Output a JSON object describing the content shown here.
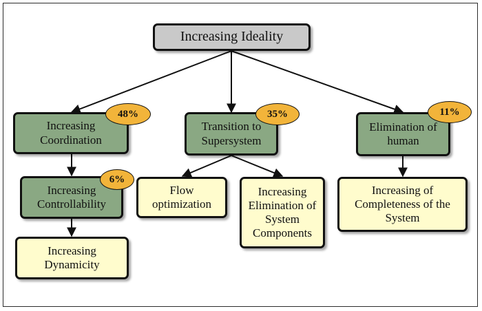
{
  "diagram": {
    "root": {
      "label": "Increasing Ideality"
    },
    "branches": [
      {
        "label": "Increasing Coordination",
        "percent": "48%",
        "child": {
          "label": "Increasing Controllability",
          "percent": "6%",
          "child": {
            "label": "Increasing Dynamicity"
          }
        }
      },
      {
        "label": "Transition to Supersystem",
        "percent": "35%",
        "children": [
          {
            "label": "Flow optimization"
          },
          {
            "label": "Increasing Elimination of System Components"
          }
        ]
      },
      {
        "label": "Elimination of human",
        "percent": "11%",
        "child": {
          "label": "Increasing of Completeness of the System"
        }
      }
    ]
  },
  "colors": {
    "root_fill": "#c9c9c9",
    "mechanism_fill": "#8aa883",
    "outcome_fill": "#fffccd",
    "percent_badge_fill": "#f2b43a",
    "outline": "#111111"
  }
}
